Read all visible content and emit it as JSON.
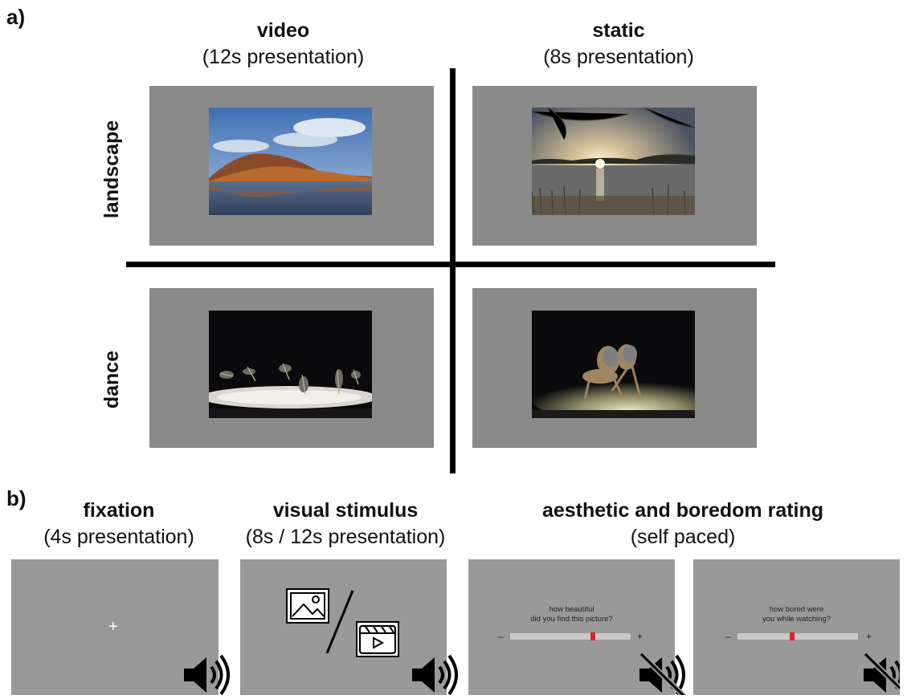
{
  "panel_a": {
    "label": "a)",
    "columns": [
      {
        "title": "video",
        "subtitle": "(12s presentation)"
      },
      {
        "title": "static",
        "subtitle": "(8s presentation)"
      }
    ],
    "rows": [
      {
        "label": "landscape"
      },
      {
        "label": "dance"
      }
    ],
    "images": [
      {
        "name": "landscape-video-photo",
        "description": "hill with autumn trees reflected in a lake under blue sky"
      },
      {
        "name": "landscape-static-photo",
        "description": "sunset over a lake framed by branches"
      },
      {
        "name": "dance-video-photo",
        "description": "group of dancers on dark stage under spotlight"
      },
      {
        "name": "dance-static-photo",
        "description": "two dancers in spotlight on dark stage"
      }
    ]
  },
  "panel_b": {
    "label": "b)",
    "stages": [
      {
        "title": "fixation",
        "subtitle": "(4s presentation)"
      },
      {
        "title": "visual stimulus",
        "subtitle": "(8s / 12s presentation)"
      },
      {
        "title": "aesthetic and boredom rating",
        "subtitle": "(self paced)"
      }
    ],
    "fixation_cross": "+",
    "ratings": [
      {
        "question_line1": "how beautiful",
        "question_line2": "did you find this picture?",
        "min": "–",
        "max": "+",
        "value": 0.69
      },
      {
        "question_line1": "how bored were",
        "question_line2": "you while watching?",
        "min": "–",
        "max": "+",
        "value": 0.45
      }
    ],
    "icons": [
      "speaker-icon",
      "image-icon",
      "video-icon",
      "muted-speaker-icon"
    ]
  }
}
